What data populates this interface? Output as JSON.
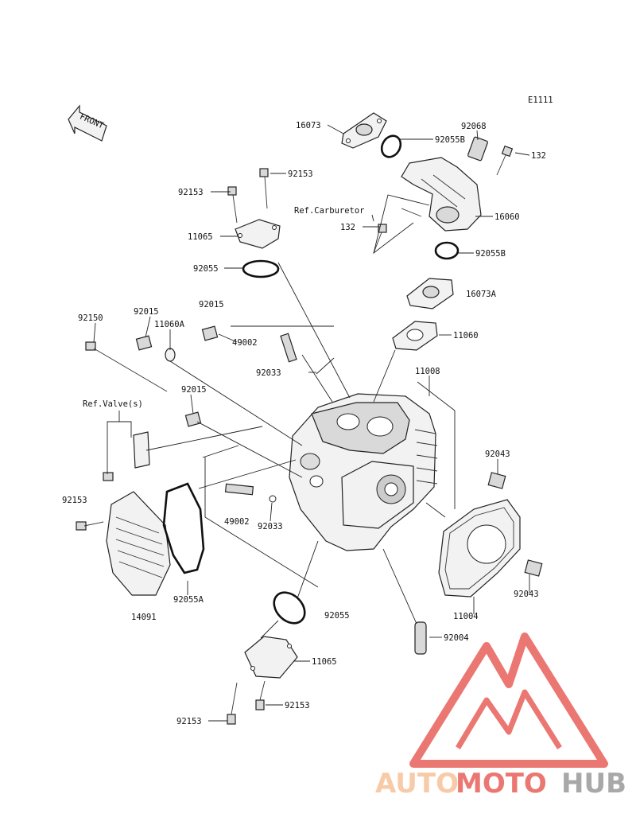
{
  "diagram": {
    "code": "E1111",
    "front_label": "FRONT",
    "ref_carburetor": "Ref.Carburetor",
    "ref_valves": "Ref.Valve(s)",
    "parts": {
      "p16073": "16073",
      "p92055B_top": "92055B",
      "p92068": "92068",
      "p132_top": "132",
      "p92153_a": "92153",
      "p92153_b": "92153",
      "p11065_top": "11065",
      "p16060": "16060",
      "p132_mid": "132",
      "p92055B_mid": "92055B",
      "p92055_top": "92055",
      "p16073A": "16073A",
      "p92150": "92150",
      "p92015_a": "92015",
      "p92015_b": "92015",
      "p11060A": "11060A",
      "p49002_a": "49002",
      "p11060": "11060",
      "p92033_a": "92033",
      "p11008": "11008",
      "p92015_c": "92015",
      "p92043_a": "92043",
      "p92153_c": "92153",
      "p49002_b": "49002",
      "p92033_b": "92033",
      "p92043_b": "92043",
      "p92055A": "92055A",
      "p11004": "11004",
      "p14091": "14091",
      "p92055_bot": "92055",
      "p92004": "92004",
      "p11065_bot": "11065",
      "p92153_d": "92153",
      "p92153_e": "92153"
    }
  },
  "watermark": {
    "auto": "AUTO",
    "moto": "MOTO",
    "hub": "HUB",
    "color_light": "#f6c29a",
    "color_red": "#e8605a",
    "color_gray": "#9a9a9a"
  }
}
